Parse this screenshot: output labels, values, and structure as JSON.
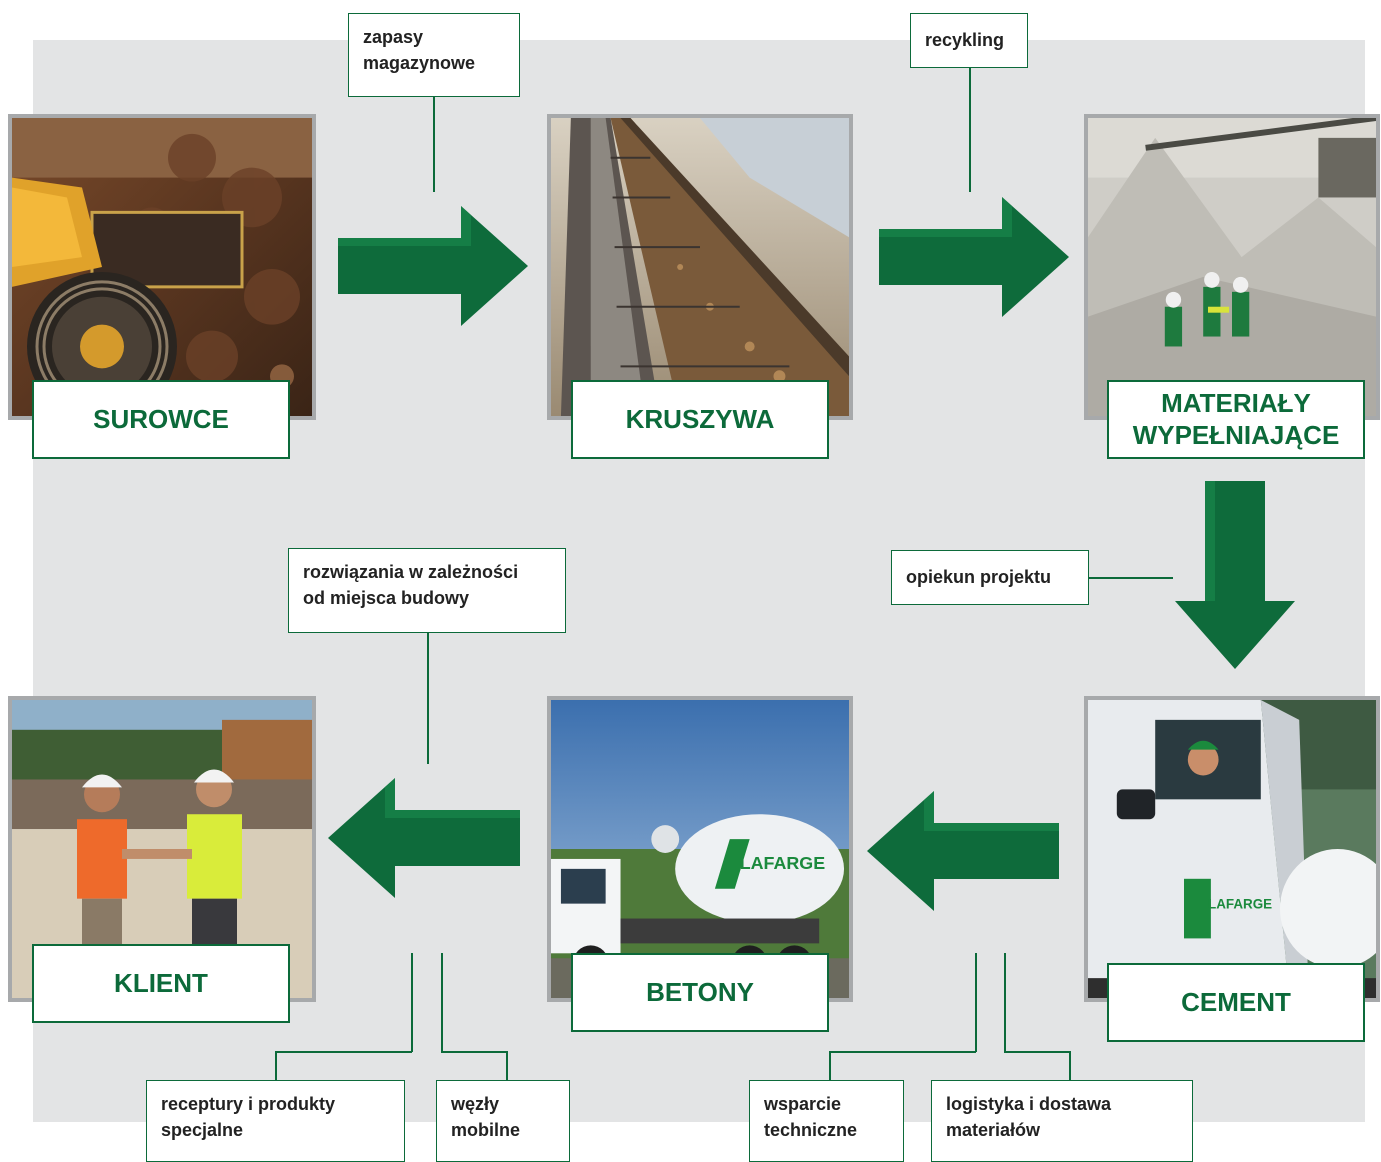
{
  "stages": [
    {
      "id": "surowce",
      "lines": [
        "SUROWCE"
      ],
      "photo": "mining-loader-photo"
    },
    {
      "id": "kruszywa",
      "lines": [
        "KRUSZYWA"
      ],
      "photo": "conveyor-belt-photo"
    },
    {
      "id": "materialy",
      "lines": [
        "MATERIAŁY",
        "WYPEŁNIAJĄCE"
      ],
      "photo": "gravel-piles-workers-photo"
    },
    {
      "id": "cement",
      "lines": [
        "CEMENT"
      ],
      "photo": "cement-truck-driver-photo"
    },
    {
      "id": "betony",
      "lines": [
        "BETONY"
      ],
      "photo": "concrete-mixer-truck-photo"
    },
    {
      "id": "klient",
      "lines": [
        "KLIENT"
      ],
      "photo": "handshake-site-photo"
    }
  ],
  "notes": {
    "zapasy": [
      "zapasy",
      "magazynowe"
    ],
    "recykling": [
      "recykling"
    ],
    "opiekun": [
      "opiekun projektu"
    ],
    "rozwiazania": [
      "rozwiązania w zależności",
      "od miejsca budowy"
    ],
    "receptury": [
      "receptury i produkty",
      "specjalne"
    ],
    "wezly": [
      "węzły",
      "mobilne"
    ],
    "wsparcie": [
      "wsparcie",
      "techniczne"
    ],
    "logistyka": [
      "logistyka i dostawa",
      "materiałów"
    ]
  },
  "colors": {
    "accent": "#0c6a3a",
    "arrow": "#0e6b3b",
    "background": "#e3e4e5",
    "photo_border": "#a7a9ab"
  },
  "icons": [
    "arrow-right-icon",
    "arrow-down-icon",
    "arrow-left-icon"
  ]
}
